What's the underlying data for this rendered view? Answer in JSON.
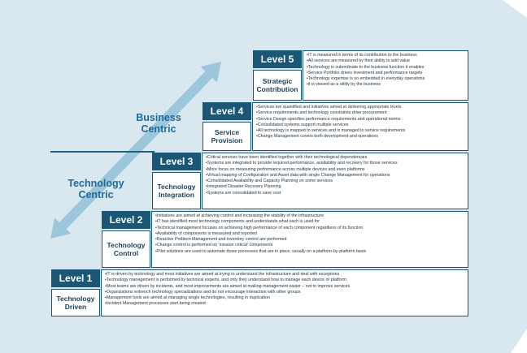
{
  "directions": {
    "business": "Business\nCentric",
    "technology": "Technology\nCentric"
  },
  "colors": {
    "background": "#d9e7ee",
    "level_header": "#1a5676",
    "arrow": "#9cc6dc",
    "label_text": "#1f6a99"
  },
  "levels": [
    {
      "label": "Level 1",
      "name": "Technology\nDriven",
      "items": [
        "IT is driven by technology and most initiatives are aimed at trying to understand the infrastructure and deal with exceptions",
        "Technology management is performed by technical experts, and only they understand how to manage each device or platform",
        "Most teams are driven by incidents, and most improvements are aimed at making management easier – not to improve services",
        "Organizations entrench technology specializations and do not encourage interaction with other groups",
        "Management tools are aimed at managing single technologies, resulting in duplication",
        "Incident Management processes start being created"
      ]
    },
    {
      "label": "Level 2",
      "name": "Technology\nControl",
      "items": [
        "Initiatives are aimed at achieving control and increasing the stability of the infrastructure",
        "IT has identified most technology components and understands what each is used for",
        "Technical management focuses on achieving high performance of each component regardless of its function",
        "Availability of components is measured and reported",
        "Reactive Problem Management and inventory control are performed",
        "Change control is performed on 'mission critical' components",
        "Pilot solutions are used to automate those processes that are in place, usually on a platform-by-platform basis"
      ]
    },
    {
      "label": "Level 3",
      "name": "Technology\nIntegration",
      "items": [
        "Critical services have been identified together with their technological dependencies",
        "Systems are integrated to provide required performance, availability and recovery for those services",
        "More focus on measuring performance across multiple devices and even platforms",
        "Virtual mapping of Configuration and Asset data with single Change Management for operations",
        "Consolidated Availability and Capacity Planning on some services",
        "Integrated Disaster Recovery Planning",
        "Systems are consolidated to save cost"
      ]
    },
    {
      "label": "Level 4",
      "name": "Service\nProvision",
      "items": [
        "Services are quantified and initiatives aimed at delivering appropriate levels",
        "Service requirements and technology constraints drive procurement",
        "Service Design specifies performance requirements and operational norms",
        "Consolidated systems support multiple services",
        "All technology is mapped to services and is managed to service requirements",
        "Change Management covers both development and operations"
      ]
    },
    {
      "label": "Level 5",
      "name": "Strategic\nContribution",
      "items": [
        "IT is measured in terms of its contribution to the business",
        "All services are measured by their ability to add value",
        "Technology is subordinate to the business function it enables",
        "Service Portfolio drives investment and performance targets",
        "Technology expertise is so embedded in everyday operations",
        "it is viewed as a utility by the business"
      ]
    }
  ]
}
